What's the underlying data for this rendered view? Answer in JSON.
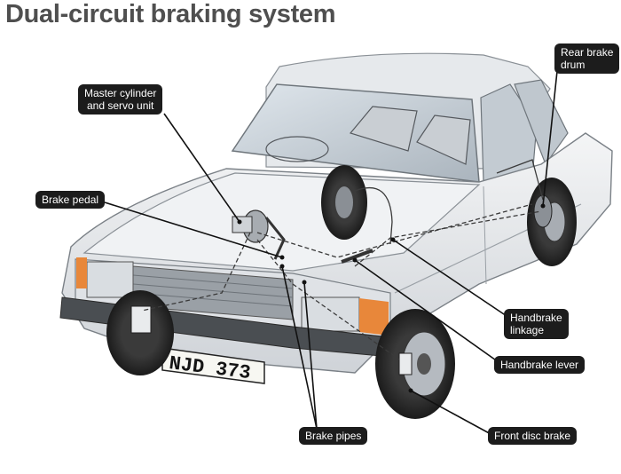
{
  "title": "Dual-circuit braking system",
  "illustration": {
    "plate": "NJD 373"
  },
  "labels": {
    "master_cylinder": [
      "Master cylinder",
      "and servo unit"
    ],
    "brake_pedal": "Brake pedal",
    "rear_brake_drum": [
      "Rear brake",
      "drum"
    ],
    "handbrake_linkage": [
      "Handbrake",
      "linkage"
    ],
    "handbrake_lever": "Handbrake lever",
    "brake_pipes": "Brake pipes",
    "front_disc_brake": "Front disc brake"
  },
  "colors": {
    "title": "#4f4f4f",
    "label_bg": "#1c1c1c",
    "label_text": "#ffffff",
    "light_housing": "#e8873a"
  }
}
